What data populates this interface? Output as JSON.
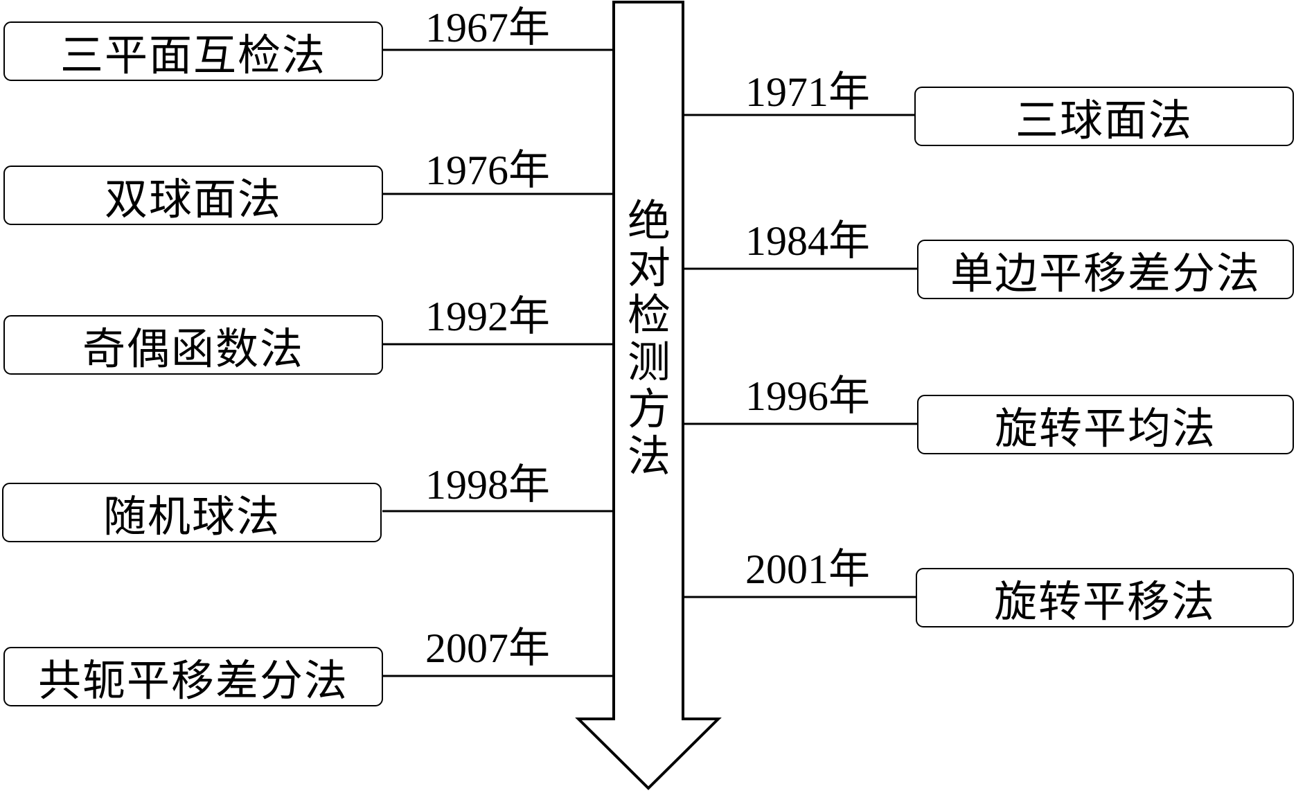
{
  "title": "绝对检测方法",
  "left_methods": [
    {
      "year": "1967年",
      "label": "三平面互检法"
    },
    {
      "year": "1976年",
      "label": "双球面法"
    },
    {
      "year": "1992年",
      "label": "奇偶函数法"
    },
    {
      "year": "1998年",
      "label": "随机球法"
    },
    {
      "year": "2007年",
      "label": "共轭平移差分法"
    }
  ],
  "right_methods": [
    {
      "year": "1971年",
      "label": "三球面法"
    },
    {
      "year": "1984年",
      "label": "单边平移差分法"
    },
    {
      "year": "1996年",
      "label": "旋转平均法"
    },
    {
      "year": "2001年",
      "label": "旋转平移法"
    }
  ]
}
